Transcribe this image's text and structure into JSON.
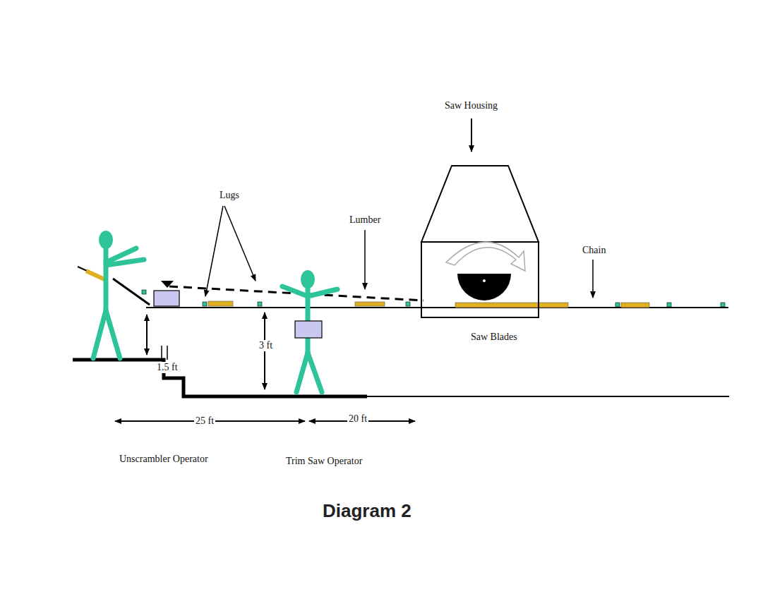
{
  "diagram": {
    "title": "Diagram 2",
    "labels": [
      "Saw Housing",
      "Lugs",
      "Lumber",
      "Chain",
      "Saw Blades",
      "1.5 ft",
      "3 ft",
      "25 ft",
      "20 ft",
      "Unscrambler Operator",
      "Trim Saw Operator"
    ]
  }
}
